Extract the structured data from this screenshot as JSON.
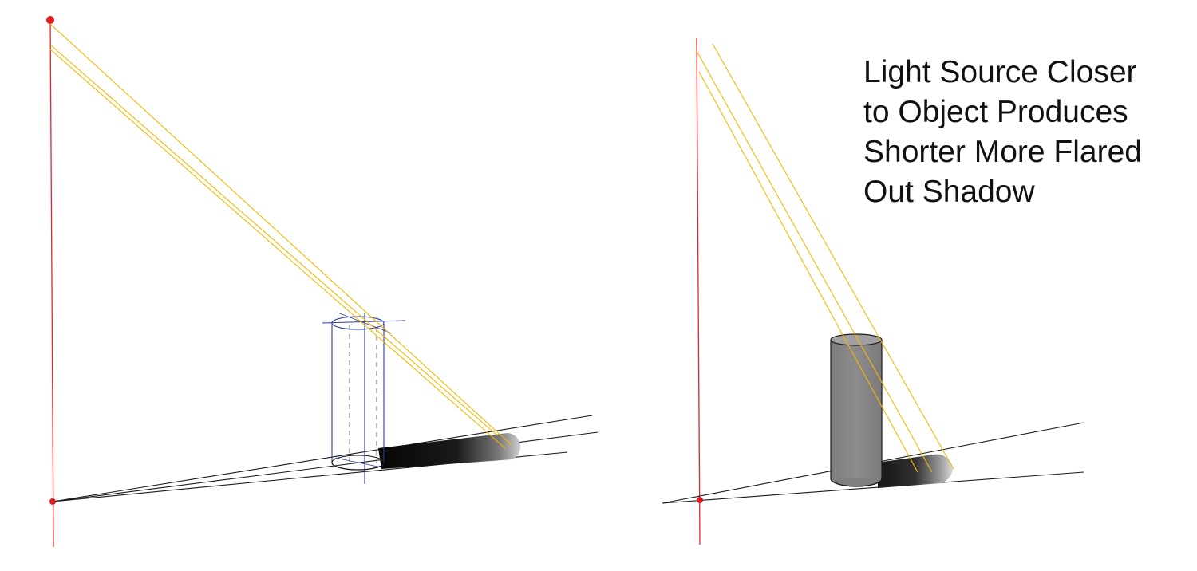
{
  "caption": {
    "lines": [
      "Light Source Closer",
      "to Object Produces",
      "Shorter More Flared",
      "Out Shadow"
    ]
  },
  "colors": {
    "background": "#ffffff",
    "light_ray": "#f5b800",
    "vertical_guide": "#e8232b",
    "light_point": "#e01b24",
    "ground_line": "#1a1a1a",
    "construction_blue": "#2c3e9e",
    "cylinder_fill": "#8a8a8a",
    "shadow_dark": "#050505",
    "shadow_light": "#d8d8d8"
  }
}
